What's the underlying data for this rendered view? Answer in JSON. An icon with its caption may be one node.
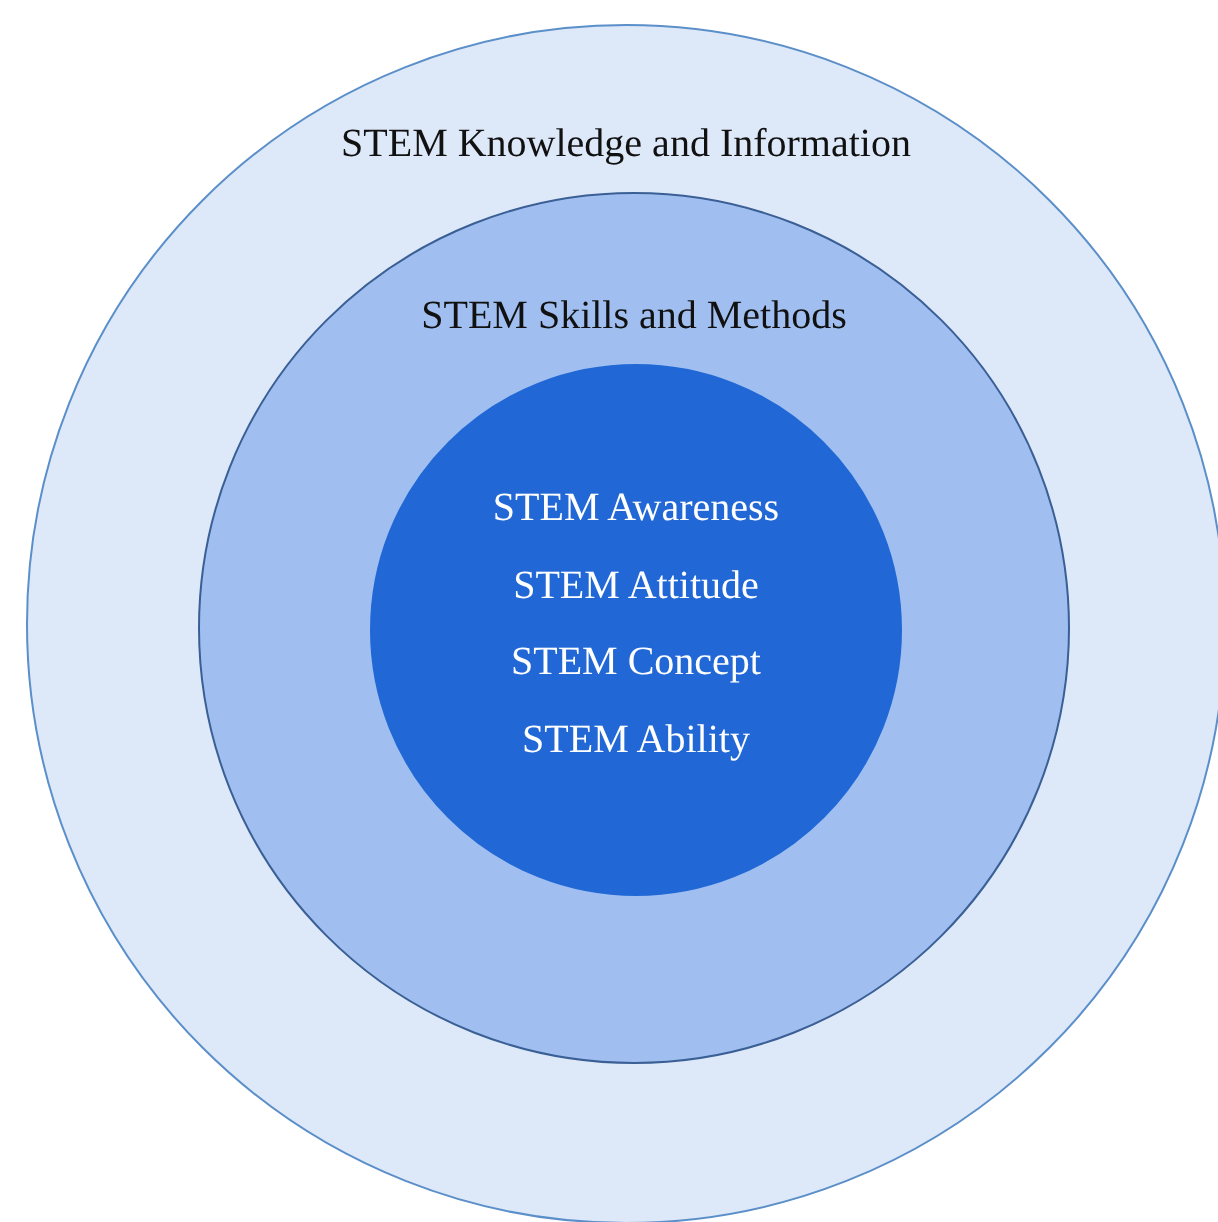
{
  "diagram": {
    "nodes": [
      {
        "text": [
          "STEM Knowledge and Information"
        ]
      },
      {
        "text": [
          "STEM Skills and Methods"
        ],
        "in": 0
      },
      {
        "text": [
          "STEM Awareness",
          "STEM Attitude",
          "STEM Concept",
          "STEM Ability"
        ],
        "in": 1
      }
    ]
  }
}
